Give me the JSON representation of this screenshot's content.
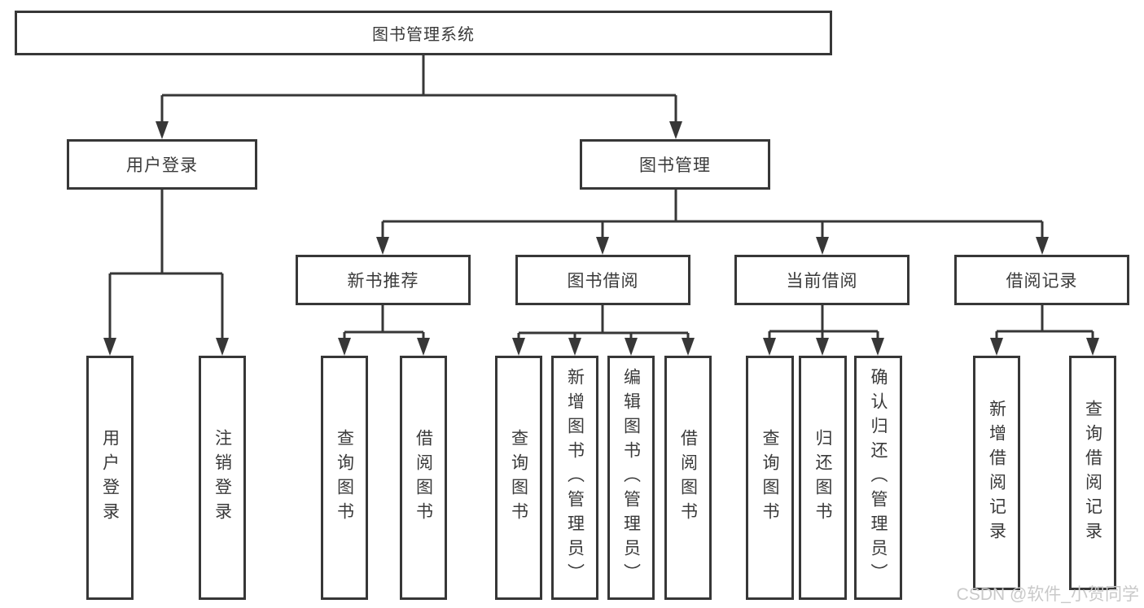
{
  "diagram": {
    "title": "图书管理系统",
    "level2": {
      "user_login": "用户登录",
      "book_mgmt": "图书管理"
    },
    "level3": {
      "new_books": "新书推荐",
      "borrowing": "图书借阅",
      "current": "当前借阅",
      "records": "借阅记录"
    },
    "leaves": {
      "user_login": [
        "用户登录",
        "注销登录"
      ],
      "new_books": [
        "查询图书",
        "借阅图书"
      ],
      "borrowing": [
        "查询图书",
        "新增图书（管理员）",
        "编辑图书（管理员）",
        "借阅图书"
      ],
      "current": [
        "查询图书",
        "归还图书",
        "确认归还（管理员）"
      ],
      "records": [
        "新增借阅记录",
        "查询借阅记录"
      ]
    }
  },
  "watermark": {
    "text": "CSDN @软件_小贺同学"
  },
  "colors": {
    "line": "#373737",
    "text": "#3a3a3a",
    "background": "#ffffff",
    "watermark": "#c9c9c9"
  }
}
